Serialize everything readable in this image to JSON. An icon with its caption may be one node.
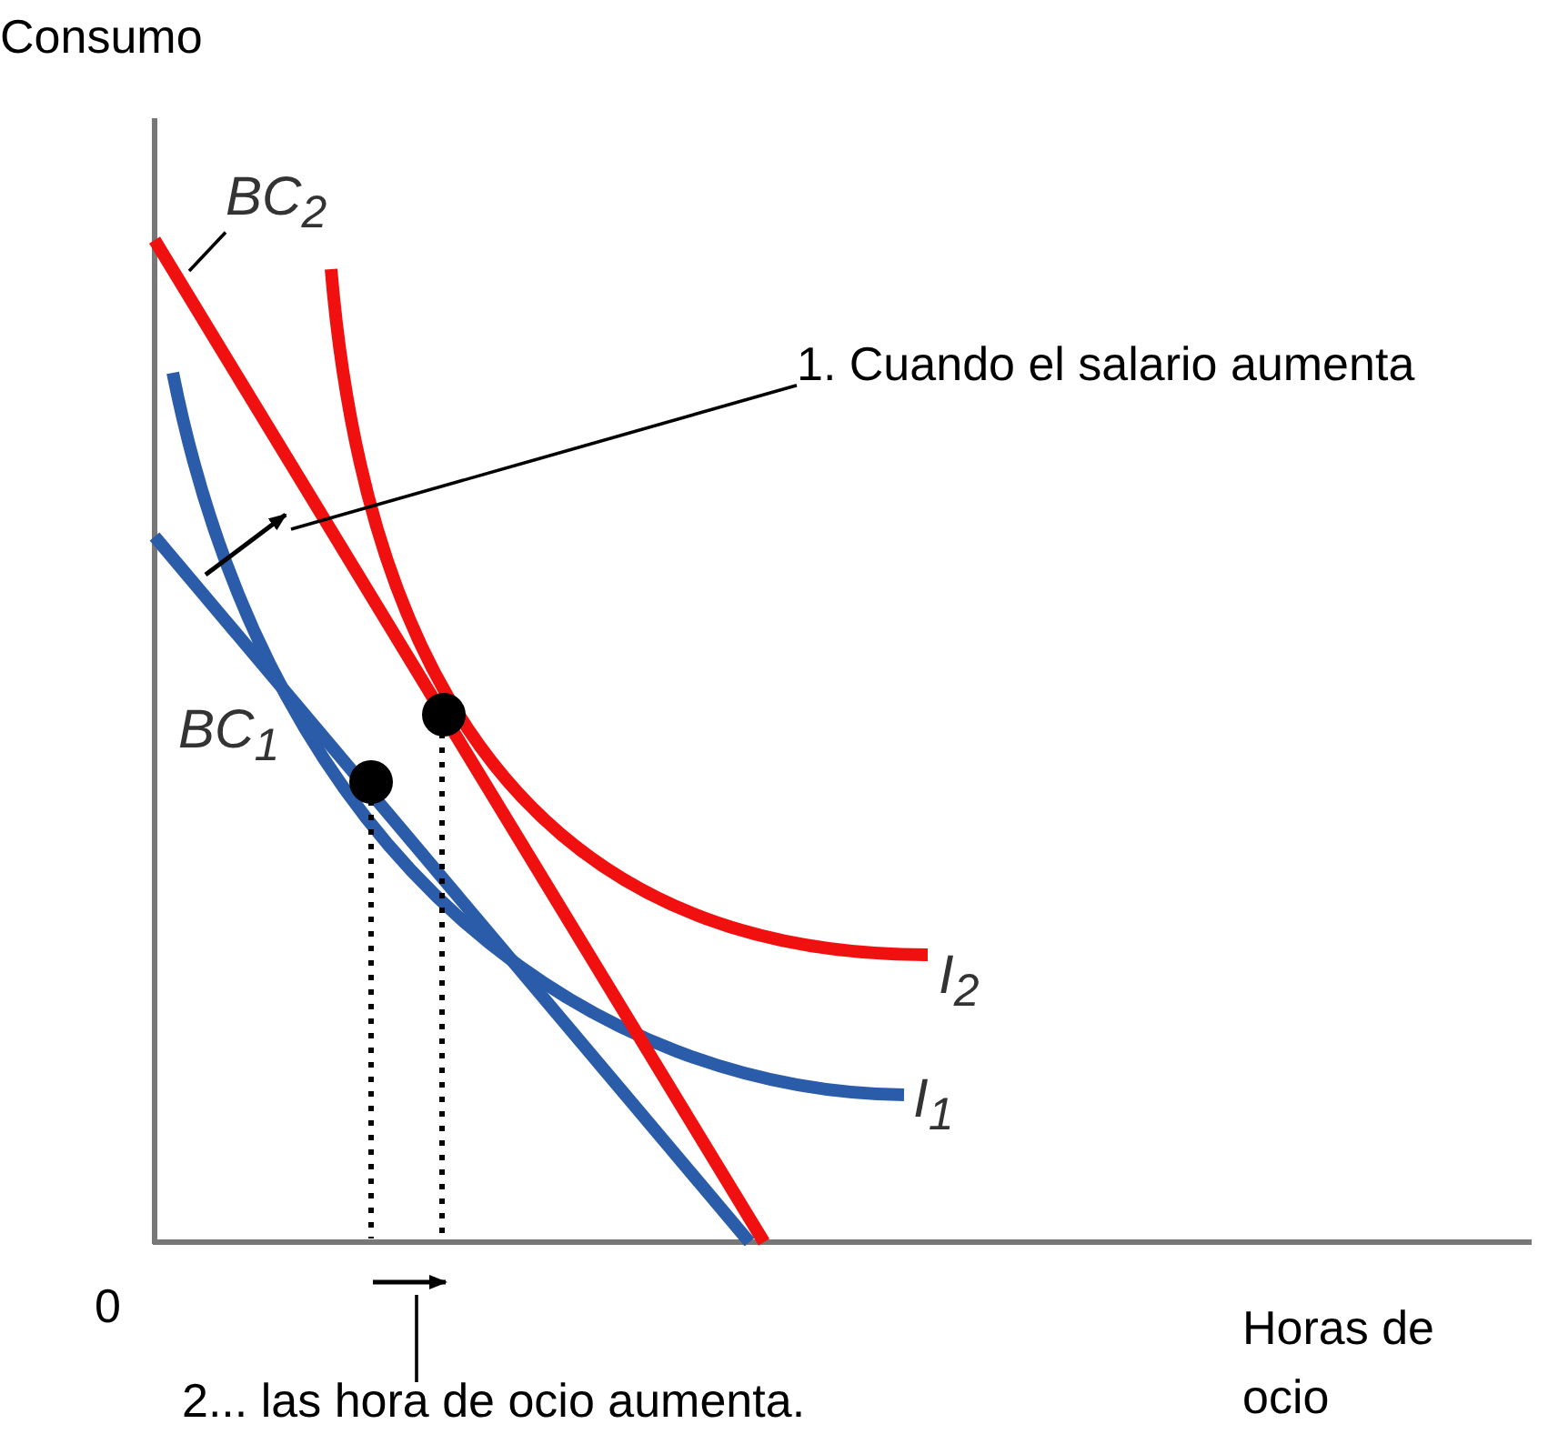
{
  "diagram": {
    "nodes": [
      {
        "text": [
          "BC$_{2}$"
        ]
      },
      {
        "text": [
          "1. Cuando el salario aumenta"
        ]
      },
      {
        "text": [
          "2... las hora de ocio aumenta."
        ]
      }
    ],
    "edges": [
      {
        "from": 0,
        "to": null,
        "arrow": "none"
      },
      {
        "from": 1,
        "to": null,
        "arrow": "none"
      },
      {
        "from": 2,
        "to": null,
        "arrow": "none"
      }
    ],
    "labels": [
      "Consumo",
      "BC$_{1}$",
      "I$_{2}$",
      "I$_{1}$",
      "0",
      "Horas de ocio"
    ]
  }
}
